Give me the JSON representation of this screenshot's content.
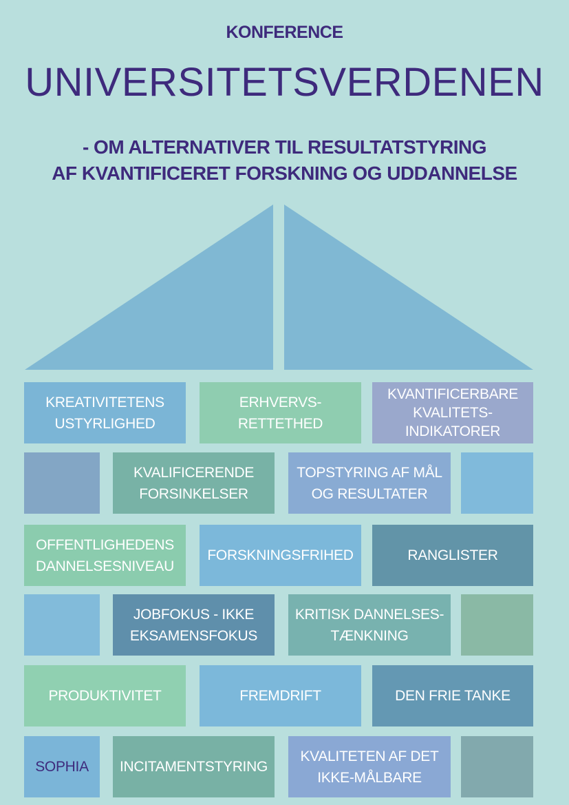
{
  "header": {
    "kicker": "KONFERENCE",
    "title": "UNIVERSITETSVERDENEN",
    "subtitle_line1": "- OM ALTERNATIVER TIL RESULTATSTYRING",
    "subtitle_line2": "AF KVANTIFICERET FORSKNING OG UDDANNELSE"
  },
  "colors": {
    "background": "#b9dfdd",
    "title": "#3e2a7c",
    "roof": "#80b8d3"
  },
  "wall": {
    "row1": [
      {
        "label": "KREATIVITETENS\nUSTYRLIGHED",
        "color": "#7bb5d6"
      },
      {
        "label": "ERHVERVS-\nRETTETHED",
        "color": "#8fcdb0"
      },
      {
        "label": "KVANTIFICERBARE\nKVALITETS-\nINDIKATORER",
        "color": "#9aa8cc"
      }
    ],
    "row2": [
      {
        "label": "",
        "color": "#83a6c5"
      },
      {
        "label": "KVALIFICERENDE\nFORSINKELSER",
        "color": "#78b2a6"
      },
      {
        "label": "TOPSTYRING AF MÅL\nOG RESULTATER",
        "color": "#89abd3"
      },
      {
        "label": "",
        "color": "#80badb"
      }
    ],
    "row3": [
      {
        "label": "OFFENTLIGHEDENS\nDANNELSESNIVEAU",
        "color": "#8bccae"
      },
      {
        "label": "FORSKNINGSFRIHED",
        "color": "#7cb8da"
      },
      {
        "label": "RANGLISTER",
        "color": "#6294a8"
      }
    ],
    "row4": [
      {
        "label": "",
        "color": "#82bbda"
      },
      {
        "label": "JOBFOKUS - IKKE\nEKSAMENSFOKUS",
        "color": "#5f8fab"
      },
      {
        "label": "KRITISK DANNELSES-\nTÆNKNING",
        "color": "#78b2af"
      },
      {
        "label": "",
        "color": "#8ab9a5"
      }
    ],
    "row5": [
      {
        "label": "PRODUKTIVITET",
        "color": "#90d0b1"
      },
      {
        "label": "FREMDRIFT",
        "color": "#7cb8da"
      },
      {
        "label": "DEN FRIE TANKE",
        "color": "#6498b3"
      }
    ],
    "row6": [
      {
        "label": "SOPHIA",
        "color": "#7bb5d8",
        "text_color": "#3e2a7c"
      },
      {
        "label": "INCITAMENTSTYRING",
        "color": "#78b1a5"
      },
      {
        "label": "KVALITETEN AF DET\nIKKE-MÅLBARE",
        "color": "#8aa8d4"
      },
      {
        "label": "",
        "color": "#82a9ad"
      }
    ]
  }
}
